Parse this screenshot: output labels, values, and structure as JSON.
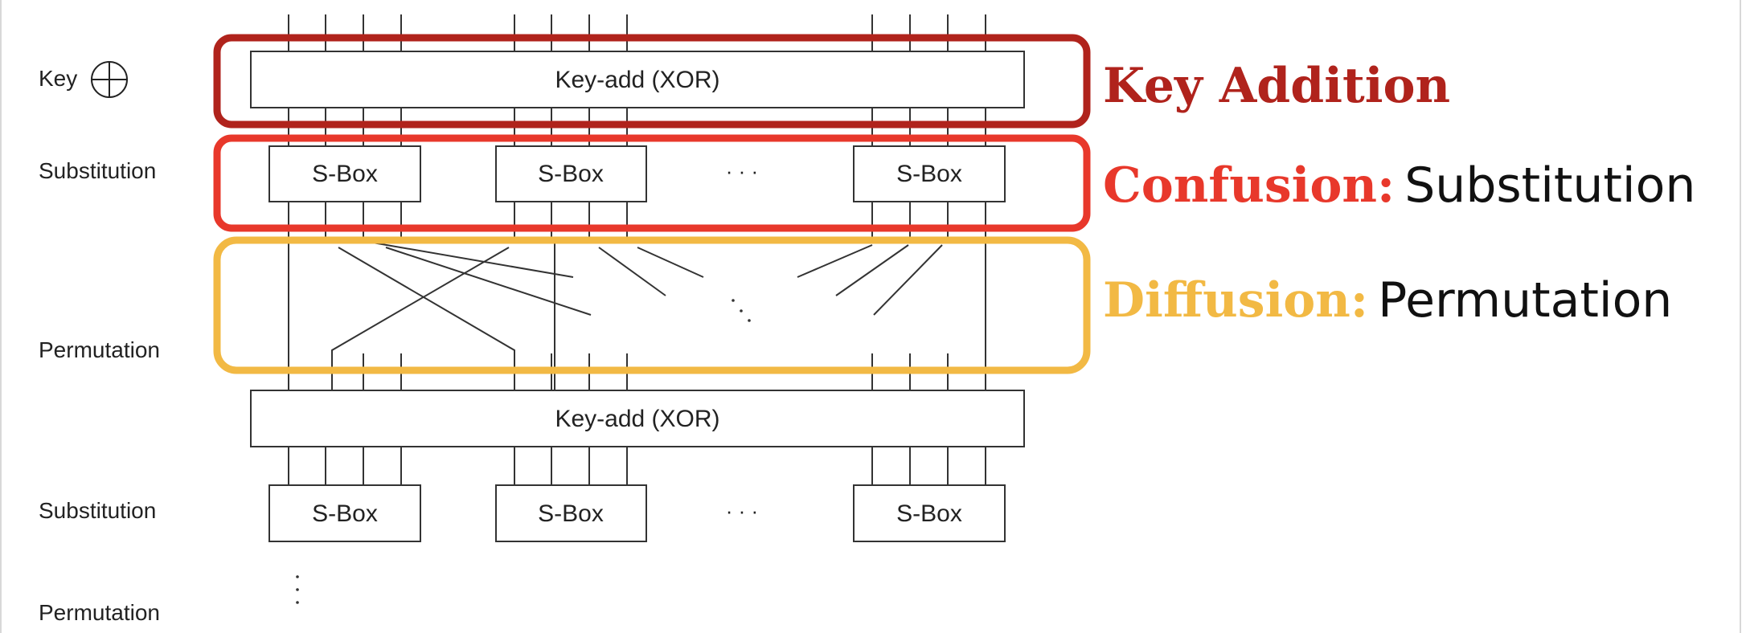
{
  "row_labels": {
    "key": "Key",
    "substitution_1": "Substitution",
    "permutation_1": "Permutation",
    "substitution_2": "Substitution",
    "permutation_2": "Permutation"
  },
  "boxes": {
    "key_add_1": "Key-add (XOR)",
    "key_add_2": "Key-add (XOR)",
    "sbox": "S-Box",
    "ellipsis": "· · ·"
  },
  "annotations": {
    "key_addition": {
      "title": "Key Addition",
      "color": "#B0231C"
    },
    "confusion": {
      "title": "Confusion:",
      "desc": "Substitution",
      "color": "#E8382B"
    },
    "diffusion": {
      "title": "Diffusion:",
      "desc": "Permutation",
      "color": "#F2B944"
    }
  },
  "icons": {
    "key_xor": "circled-plus-icon"
  }
}
